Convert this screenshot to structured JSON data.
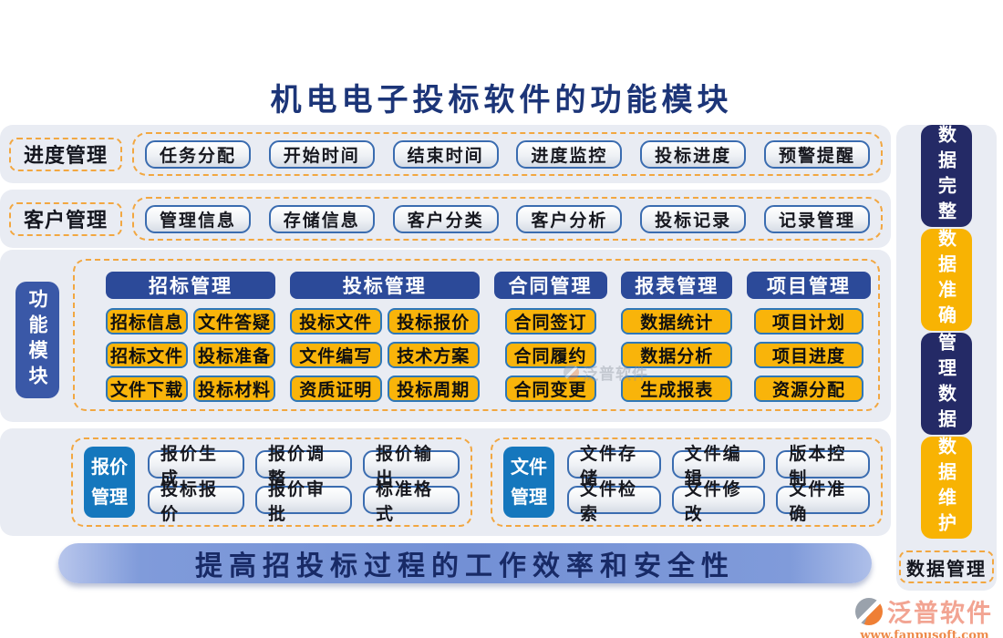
{
  "title": "机电电子投标软件的功能模块",
  "rows": [
    {
      "label": "进度管理",
      "items": [
        "任务分配",
        "开始时间",
        "结束时间",
        "进度监控",
        "投标进度",
        "预警提醒"
      ]
    },
    {
      "label": "客户管理",
      "items": [
        "管理信息",
        "存储信息",
        "客户分类",
        "客户分析",
        "投标记录",
        "记录管理"
      ]
    }
  ],
  "fm": {
    "label": "功能模块",
    "columns": [
      {
        "header": "招标管理",
        "cells": [
          "招标信息",
          "文件答疑",
          "招标文件",
          "投标准备",
          "文件下载",
          "投标材料"
        ]
      },
      {
        "header": "投标管理",
        "cells": [
          "投标文件",
          "投标报价",
          "文件编写",
          "技术方案",
          "资质证明",
          "投标周期"
        ]
      },
      {
        "header": "合同管理",
        "cells": [
          "合同签订",
          "合同履约",
          "合同变更"
        ]
      },
      {
        "header": "报表管理",
        "cells": [
          "数据统计",
          "数据分析",
          "生成报表"
        ]
      },
      {
        "header": "项目管理",
        "cells": [
          "项目计划",
          "项目进度",
          "资源分配"
        ]
      }
    ]
  },
  "bottom": [
    {
      "label": "报价管理",
      "cells": [
        "报价生成",
        "报价调整",
        "报价输出",
        "投标报价",
        "报价审批",
        "标准格式"
      ]
    },
    {
      "label": "文件管理",
      "cells": [
        "文件存储",
        "文件编辑",
        "版本控制",
        "文件检索",
        "文件修改",
        "文件准确"
      ]
    }
  ],
  "banner": {
    "text": "提高招投标过程的工作效率和安全性"
  },
  "sidebar": {
    "items": [
      {
        "label": "数据完整",
        "color": "#242a66"
      },
      {
        "label": "数据准确",
        "color": "#f8b303"
      },
      {
        "label": "管理数据",
        "color": "#242a66"
      },
      {
        "label": "数据维护",
        "color": "#f8b303"
      }
    ],
    "footer": "数据管理"
  },
  "watermark": {
    "text": "泛普软件"
  },
  "logo": {
    "name": "泛普软件",
    "url": "www.fanpusoft.com"
  },
  "colors": {
    "accent_dash": "#f2a741",
    "navy_header": "#2c4a99",
    "deep_navy": "#242a66",
    "yellow": "#f9b40a",
    "bright_blue": "#1577bd",
    "royal_blue": "#3a58a7",
    "banner_blue": "#7390d5",
    "title_navy": "#1c3578",
    "container_bg": "#e9ecf3",
    "logo_salmon": "#f2a492",
    "logo_orange": "#ee8a4a"
  }
}
